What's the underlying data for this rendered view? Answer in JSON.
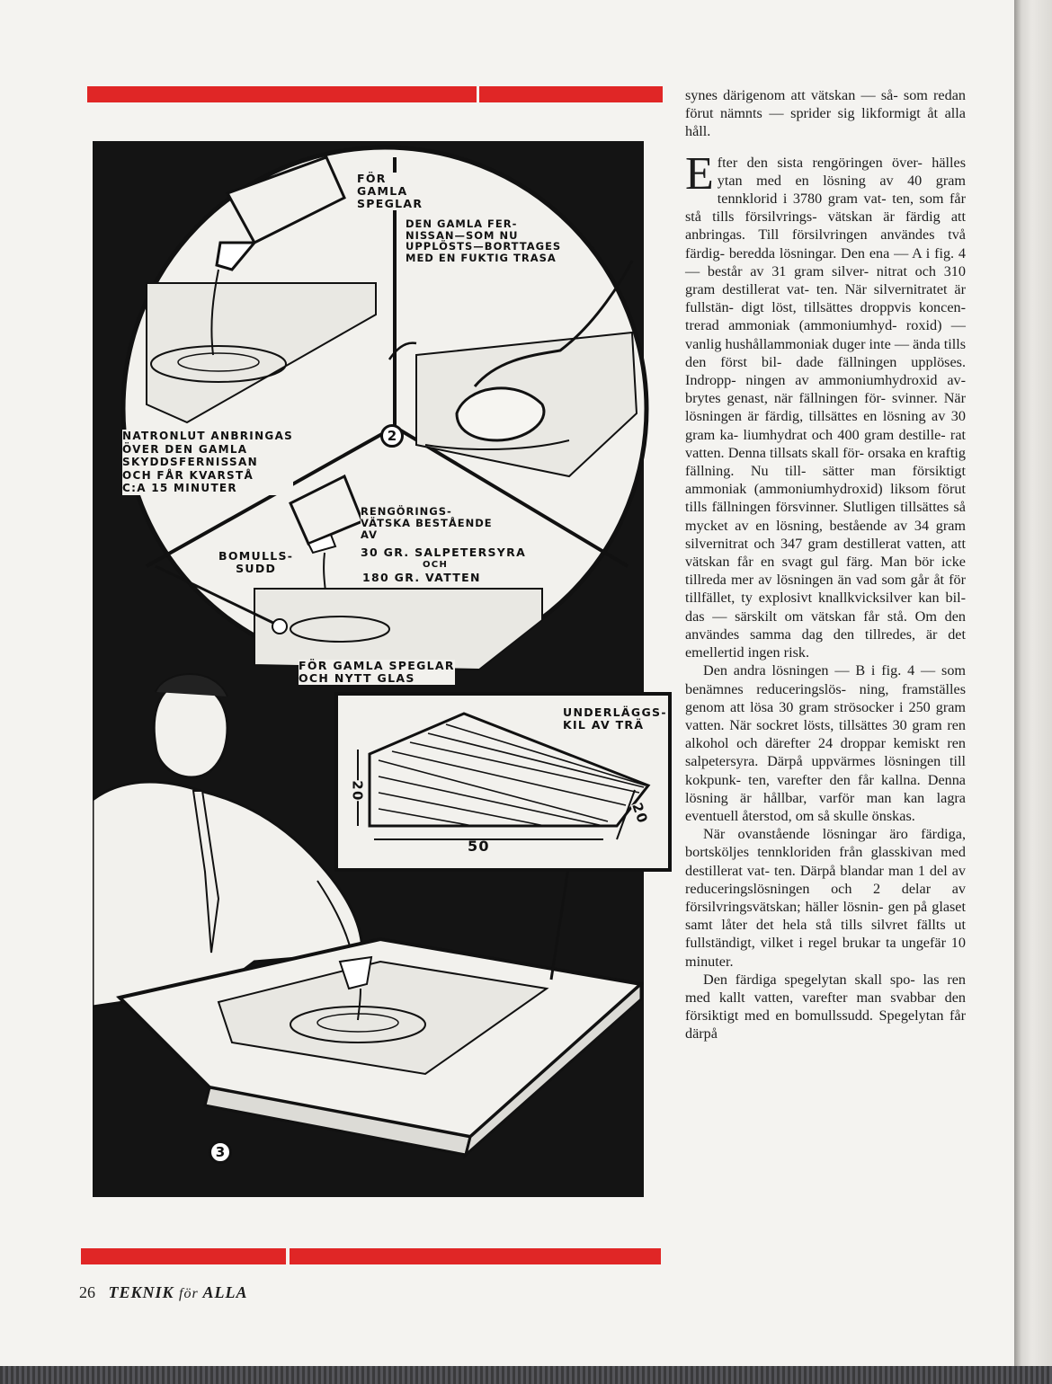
{
  "colors": {
    "rule_red": "#e02626",
    "ink": "#1d1d1d",
    "paper": "#f4f3f0",
    "panel": "#141414"
  },
  "figure_labels": {
    "gamla_speglar": "FÖR\nGAMLA\nSPEGLAR",
    "fernissan": "DEN GAMLA FER-\nNISSAN—SOM NU\nUPPLÖSTS—BORTTAGES\nMED EN FUKTIG TRASA",
    "natronlut": "NATRONLUT ANBRINGAS\nÖVER DEN GAMLA\nSKYDDSFERNISSAN\nOCH FÅR KVARSTÅ\nC:A 15 MINUTER",
    "rengoring": "RENGÖRINGS-\nVÄTSKA BESTÅENDE\nAV",
    "salpetersyra": "30 GR. SALPETERSYRA",
    "och": "OCH",
    "vatten": "180 GR. VATTEN",
    "bomullssudd": "BOMULLS-\nSUDD",
    "nytt_glas": "FÖR GAMLA SPEGLAR\nOCH NYTT GLAS",
    "underlaggskil": "UNDERLÄGGS-\nKIL AV TRÄ",
    "dim_height_left": "20",
    "dim_height_right": "20",
    "dim_length": "50",
    "fig2_number": "2",
    "fig3_number": "3"
  },
  "text": {
    "para_intro": "synes därigenom att vätskan — så- som redan förut nämnts — sprider sig likformigt åt alla håll.",
    "para_dropcap_letter": "E",
    "para_main": "fter den sista rengöringen över- hälles ytan med en lösning av 40 gram tennklorid i 3780 gram vat- ten, som får stå tills försilvrings- vätskan är färdig att anbringas. Till försilvringen användes två färdig- beredda lösningar. Den ena — A i fig. 4 — består av 31 gram silver- nitrat och 310 gram destillerat vat- ten. När silvernitratet är fullstän- digt löst, tillsättes droppvis koncen- trerad ammoniak (ammoniumhyd- roxid) — vanlig hushållammoniak duger inte — ända tills den först bil- dade fällningen upplöses. Indropp- ningen av ammoniumhydroxid av- brytes genast, när fällningen för- svinner. När lösningen är färdig, tillsättes en lösning av 30 gram ka- liumhydrat och 400 gram destille- rat vatten. Denna tillsats skall för- orsaka en kraftig fällning. Nu till- sätter man försiktigt ammoniak (ammoniumhydroxid) liksom förut tills fällningen försvinner. Slutligen tillsättes så mycket av en lösning, bestående av 34 gram silvernitrat och 347 gram destillerat vatten, att vätskan får en svagt gul färg. Man bör icke tillreda mer av lösningen än vad som går åt för tillfället, ty explosivt knallkvicksilver kan bil- das — särskilt om vätskan får stå. Om den användes samma dag den tillredes, är det emellertid ingen risk.",
    "para_b": "Den andra lösningen — B i fig. 4 — som benämnes reduceringslös- ning, framställes genom att lösa 30 gram strösocker i 250 gram vatten. När sockret lösts, tillsättes 30 gram ren alkohol och därefter 24 droppar kemiskt ren salpetersyra. Därpå uppvärmes lösningen till kokpunk- ten, varefter den får kallna. Denna lösning är hållbar, varför man kan lagra eventuell återstod, om så skulle önskas.",
    "para_c": "När ovanstående lösningar äro färdiga, bortsköljes tennkloriden från glasskivan med destillerat vat- ten. Därpå blandar man 1 del av reduceringslösningen och 2 delar av försilvringsvätskan; häller lösnin- gen på glaset samt låter det hela stå tills silvret fällts ut fullständigt, vilket i regel brukar ta ungefär 10 minuter.",
    "para_d": "Den färdiga spegelytan skall spo- las ren med kallt vatten, varefter man svabbar den försiktigt med en bomullssudd. Spegelytan får därpå"
  },
  "footer": {
    "page_number": "26",
    "magazine_part1": "TEKNIK",
    "magazine_part2": "för",
    "magazine_part3": "ALLA"
  }
}
